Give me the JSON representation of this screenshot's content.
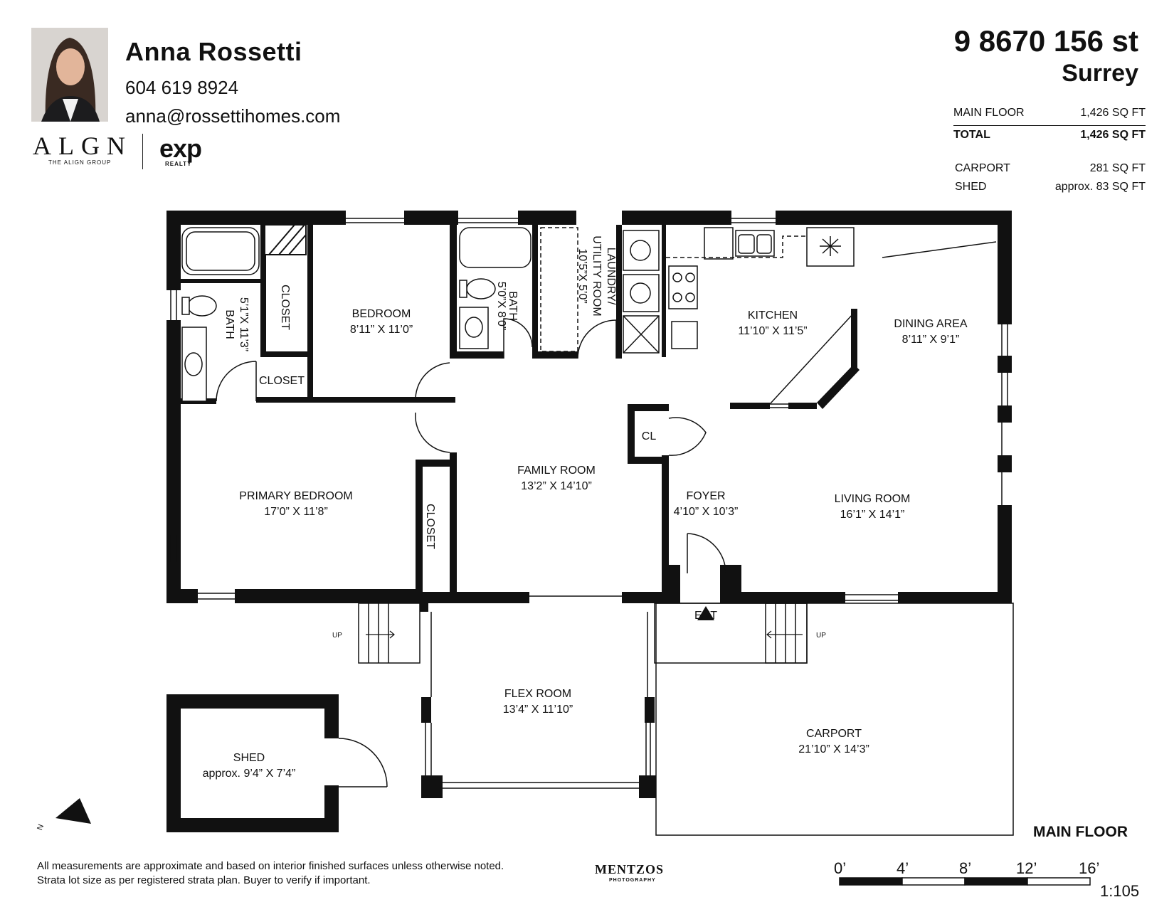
{
  "agent": {
    "name": "Anna Rossetti",
    "phone": "604 619 8924",
    "email": "anna@rossettihomes.com"
  },
  "brands": {
    "align": "ALGN",
    "align_sub": "THE ALIGN GROUP",
    "exp": "exp",
    "exp_sub": "REALTY"
  },
  "address": {
    "line1": "9 8670 156 st",
    "line2": "Surrey"
  },
  "areas": {
    "main_floor_label": "MAIN FLOOR",
    "main_floor_value": "1,426 SQ FT",
    "total_label": "TOTAL",
    "total_value": "1,426 SQ FT",
    "carport_label": "CARPORT",
    "carport_value": "281 SQ FT",
    "shed_label": "SHED",
    "shed_value": "approx. 83 SQ FT"
  },
  "rooms": {
    "bath1": {
      "name": "BATH",
      "size": "5’1”X 11’3”"
    },
    "closet1": "CLOSET",
    "closet2": "CLOSET",
    "closet3": "CLOSET",
    "bedroom": {
      "name": "BEDROOM",
      "size": "8’11” X 11’0”"
    },
    "bath2": {
      "name": "BATH",
      "size": "5’0”X 8’0”"
    },
    "laundry": {
      "name": "LAUNDRY/",
      "name2": "UTILITY ROOM",
      "size": "10’5”X 5’0”"
    },
    "kitchen": {
      "name": "KITCHEN",
      "size": "11’10” X 11’5”"
    },
    "dining": {
      "name": "DINING AREA",
      "size": "8’11” X 9’1”"
    },
    "cl": "CL",
    "primary": {
      "name": "PRIMARY BEDROOM",
      "size": "17’0” X 11’8”"
    },
    "family": {
      "name": "FAMILY ROOM",
      "size": "13’2” X 14’10”"
    },
    "foyer": {
      "name": "FOYER",
      "size": "4’10” X 10’3”"
    },
    "living": {
      "name": "LIVING ROOM",
      "size": "16’1” X 14’1”"
    },
    "flex": {
      "name": "FLEX ROOM",
      "size": "13’4” X 11’10”"
    },
    "carport": {
      "name": "CARPORT",
      "size": "21’10” X 14’3”"
    },
    "shed": {
      "name": "SHED",
      "size": "approx. 9’4” X 7’4”"
    }
  },
  "labels": {
    "ent": "ENT",
    "up_left": "UP",
    "up_right": "UP",
    "north": "N"
  },
  "footer": {
    "disclaimer": "All measurements are approximate and based on interior finished surfaces unless otherwise noted. Strata lot size as per registered strata plan. Buyer to verify if important.",
    "photographer": "MENTZOS",
    "photographer_sub": "PHOTOGRAPHY",
    "floor_title": "MAIN FLOOR"
  },
  "scale": {
    "ticks": [
      "0’",
      "4’",
      "8’",
      "12’",
      "16’"
    ],
    "ratio": "1:105"
  }
}
